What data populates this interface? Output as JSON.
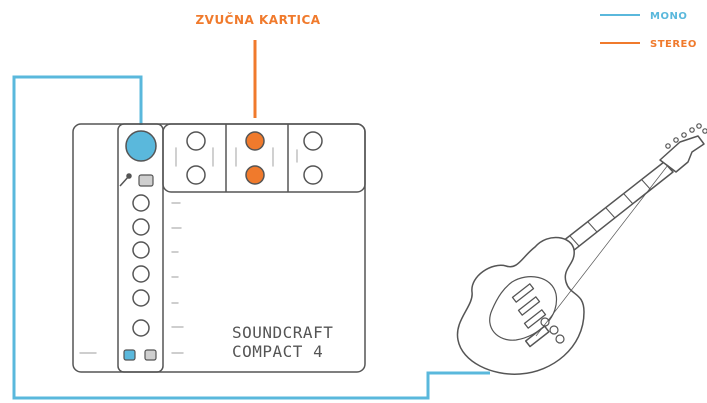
{
  "diagram": {
    "title_label": "ZVUČNA KARTICA",
    "legend": {
      "mono_label": "MONO",
      "stereo_label": "STEREO"
    },
    "mixer": {
      "brand_line1": "SOUNDCRAFT",
      "brand_line2": "COMPACT 4"
    }
  },
  "colors": {
    "mono": "#5ab8dc",
    "stereo": "#f07a2c",
    "outline": "#555555"
  }
}
